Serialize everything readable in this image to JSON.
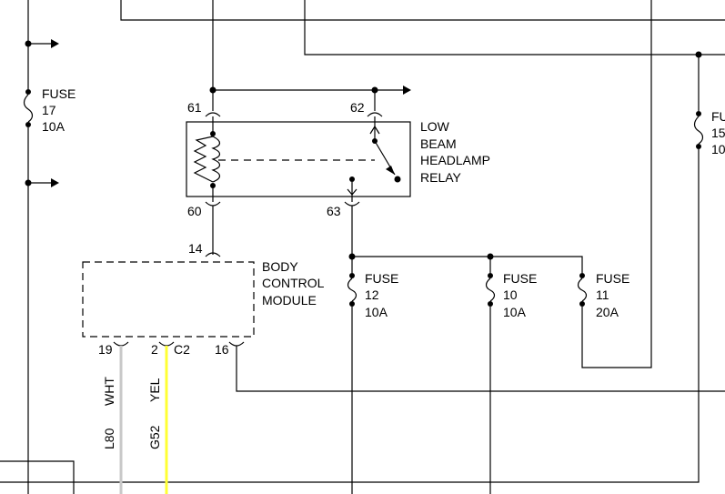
{
  "fuses": {
    "f17": {
      "l1": "FUSE",
      "l2": "17",
      "l3": "10A"
    },
    "f15": {
      "l1": "FU",
      "l2": "15",
      "l3": "10"
    },
    "f12": {
      "l1": "FUSE",
      "l2": "12",
      "l3": "10A"
    },
    "f10": {
      "l1": "FUSE",
      "l2": "10",
      "l3": "10A"
    },
    "f11": {
      "l1": "FUSE",
      "l2": "11",
      "l3": "20A"
    }
  },
  "relay": {
    "l1": "LOW",
    "l2": "BEAM",
    "l3": "HEADLAMP",
    "l4": "RELAY",
    "pin61": "61",
    "pin62": "62",
    "pin60": "60",
    "pin63": "63"
  },
  "bcm": {
    "l1": "BODY",
    "l2": "CONTROL",
    "l3": "MODULE",
    "pin14": "14",
    "pin19": "19",
    "pin2": "2",
    "conn": "C2",
    "pin16": "16"
  },
  "wires": {
    "wht": {
      "color": "WHT",
      "circuit": "L80",
      "hex": "#c8c8c8"
    },
    "yel": {
      "color": "YEL",
      "circuit": "G52",
      "hex": "#ffff33"
    }
  }
}
